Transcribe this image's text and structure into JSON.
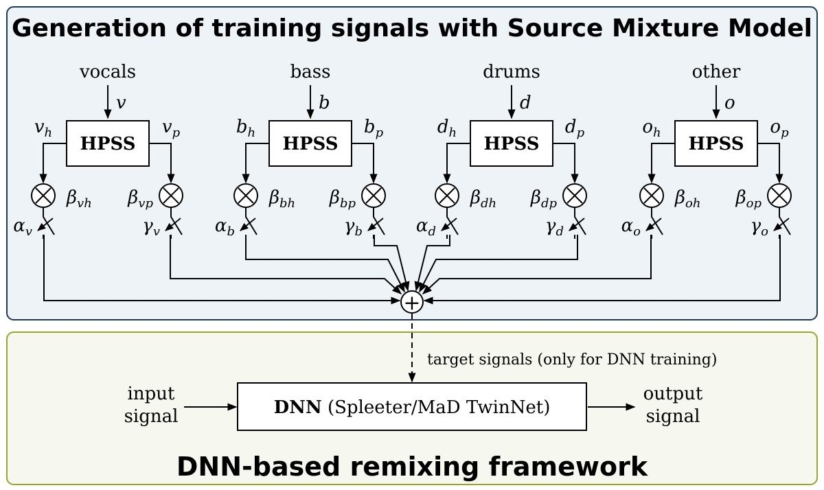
{
  "top_panel": {
    "title": "Generation of training signals with Source Mixture Model",
    "fill": "#eef3f8",
    "border": "#1f3a56"
  },
  "bottom_panel": {
    "title": "DNN-based remixing framework",
    "fill": "#f6f7ee",
    "border": "#9aa52c"
  },
  "sources": [
    {
      "name": "vocals",
      "sym": "v",
      "block": "HPSS",
      "h": "v",
      "p": "v",
      "hsub": "h",
      "psub": "p",
      "beta_h": "vh",
      "beta_p": "vp",
      "alpha": "v",
      "gamma": "v"
    },
    {
      "name": "bass",
      "sym": "b",
      "block": "HPSS",
      "h": "b",
      "p": "b",
      "hsub": "h",
      "psub": "p",
      "beta_h": "bh",
      "beta_p": "bp",
      "alpha": "b",
      "gamma": "b"
    },
    {
      "name": "drums",
      "sym": "d",
      "block": "HPSS",
      "h": "d",
      "p": "d",
      "hsub": "h",
      "psub": "p",
      "beta_h": "dh",
      "beta_p": "dp",
      "alpha": "d",
      "gamma": "d"
    },
    {
      "name": "other",
      "sym": "o",
      "block": "HPSS",
      "h": "o",
      "p": "o",
      "hsub": "h",
      "psub": "p",
      "beta_h": "oh",
      "beta_p": "op",
      "alpha": "o",
      "gamma": "o"
    }
  ],
  "greek": {
    "alpha": "α",
    "beta": "β",
    "gamma": "γ"
  },
  "sum_symbol": "+",
  "target_label": "target signals (only for DNN training)",
  "dnn": {
    "bold": "DNN",
    "rest": " (Spleeter/MaD TwinNet)"
  },
  "input_label": [
    "input",
    "signal"
  ],
  "output_label": [
    "output",
    "signal"
  ]
}
